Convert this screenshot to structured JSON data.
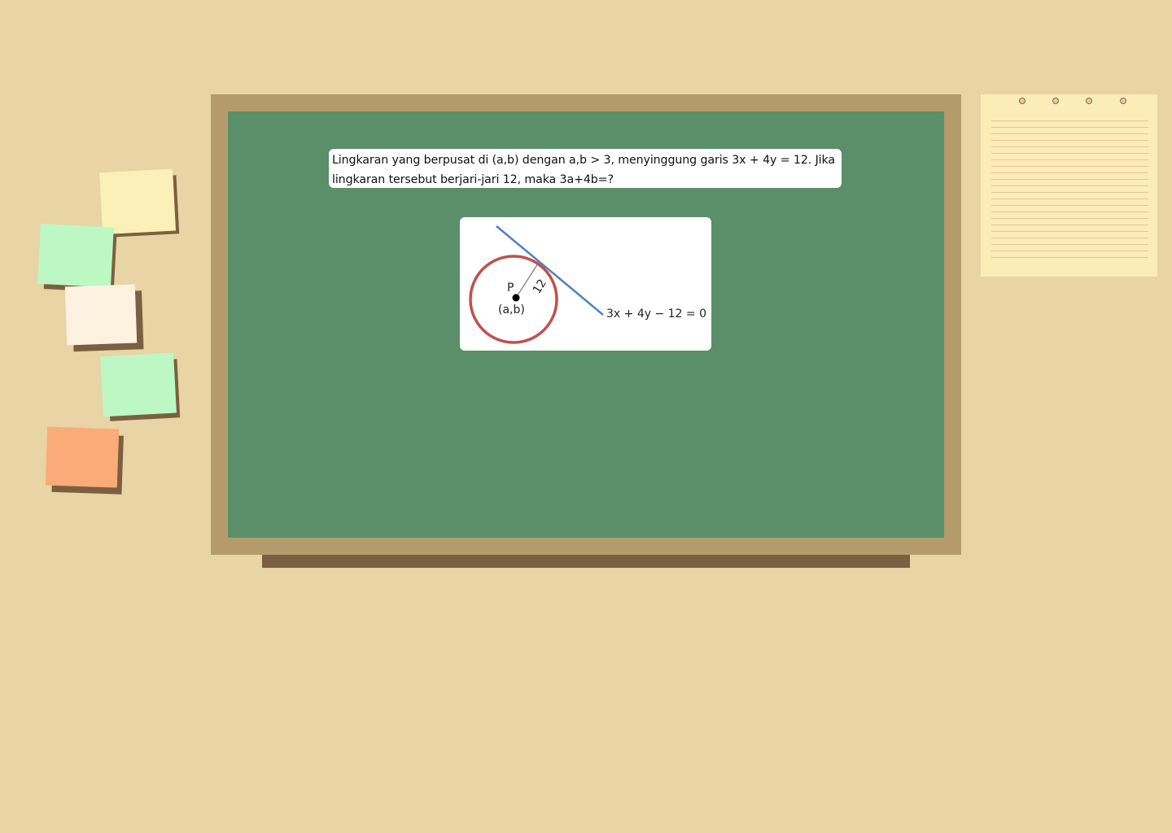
{
  "question": {
    "line1": "Lingkaran yang berpusat  di (a,b) dengan a,b  > 3, menyinggung garis 3x + 4y = 12. Jika",
    "line2": "lingkaran tersebut berjari-jari  12, maka 3a+4b=?"
  },
  "figure": {
    "center_label": "P",
    "center_coords": "(a,b)",
    "radius_label": "12",
    "line_equation": "3x + 4y − 12 = 0"
  },
  "colors": {
    "background": "#e8d4a4",
    "board_frame": "#b49b6c",
    "board": "#5b8f69",
    "circle": "#c0504d",
    "tangent_line": "#4f81bd",
    "sticky_yellow": "#fbf0b8",
    "sticky_green": "#bdf7c3",
    "sticky_cream": "#fdf2e0",
    "sticky_orange": "#fbab78"
  }
}
